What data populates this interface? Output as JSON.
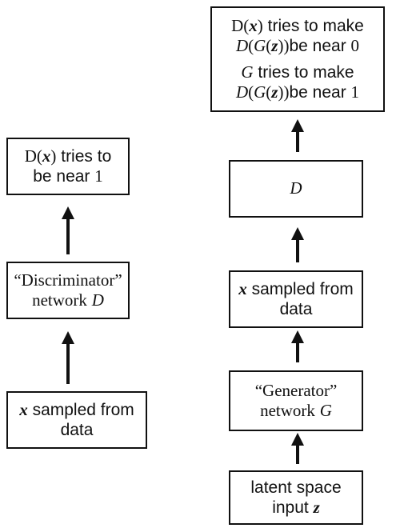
{
  "left_column": {
    "output_box": {
      "line1_math": "D(x)",
      "line1_text": "tries to",
      "line2_text": "be near",
      "line2_value": "1"
    },
    "discriminator_box": {
      "line1": "“Discriminator”",
      "line2_text": "network",
      "line2_var": "D"
    },
    "input_box": {
      "line1_var": "x",
      "line1_text": "sampled from",
      "line2": "data"
    }
  },
  "right_column": {
    "objective_box": {
      "line1_math": "D(x)",
      "line1_text": "tries to make",
      "line2_math": "D(G(z))",
      "line2_text": "be near",
      "line2_value": "0",
      "line3_var": "G",
      "line3_text": "tries to make",
      "line4_math": "D(G(z))",
      "line4_text": "be near",
      "line4_value": "1"
    },
    "discriminator_box": {
      "label": "D"
    },
    "sample_box": {
      "line1_var": "x",
      "line1_text": "sampled from",
      "line2": "data"
    },
    "generator_box": {
      "line1": "“Generator”",
      "line2_text": "network",
      "line2_var": "G"
    },
    "latent_box": {
      "line1": "latent space",
      "line2_text": "input",
      "line2_var": "z"
    }
  }
}
